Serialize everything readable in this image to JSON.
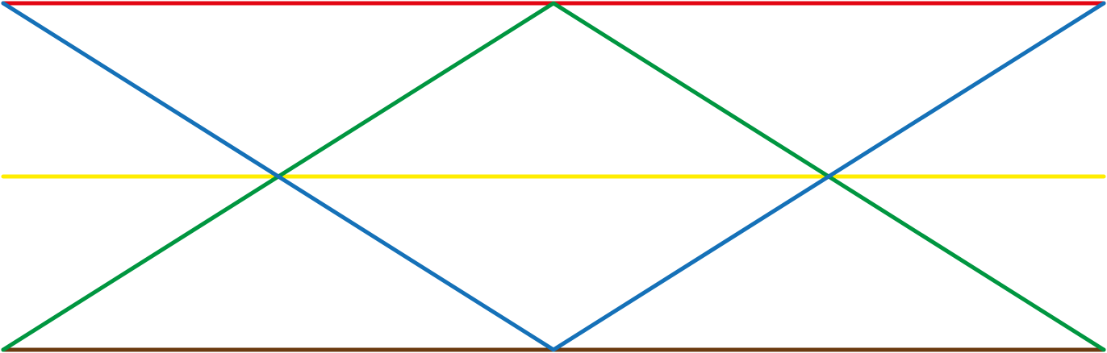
{
  "diagram": {
    "lines": [
      {
        "name": "red-line",
        "color": "#e30613"
      },
      {
        "name": "yellow-line",
        "color": "#ffed00"
      },
      {
        "name": "brown-line",
        "color": "#6b3a10"
      },
      {
        "name": "blue-line",
        "color": "#1571b8"
      },
      {
        "name": "green-line",
        "color": "#009640"
      }
    ]
  }
}
